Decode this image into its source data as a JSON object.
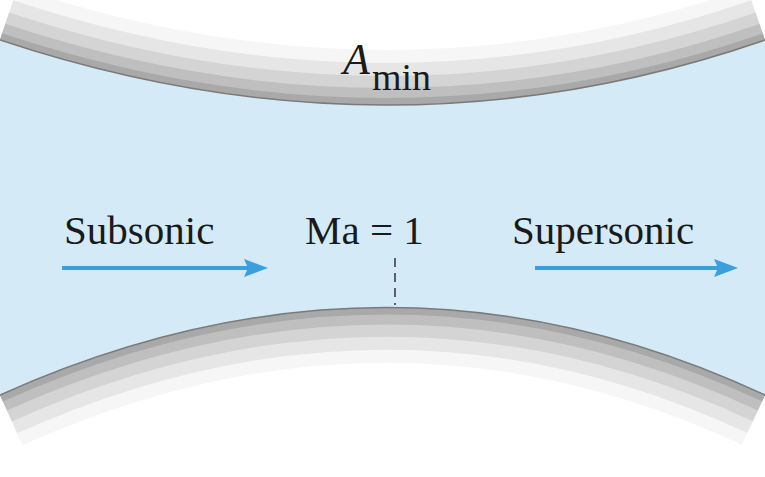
{
  "diagram": {
    "labels": [
      "A",
      "min",
      "Subsonic",
      "Ma = 1",
      "Supersonic"
    ]
  }
}
